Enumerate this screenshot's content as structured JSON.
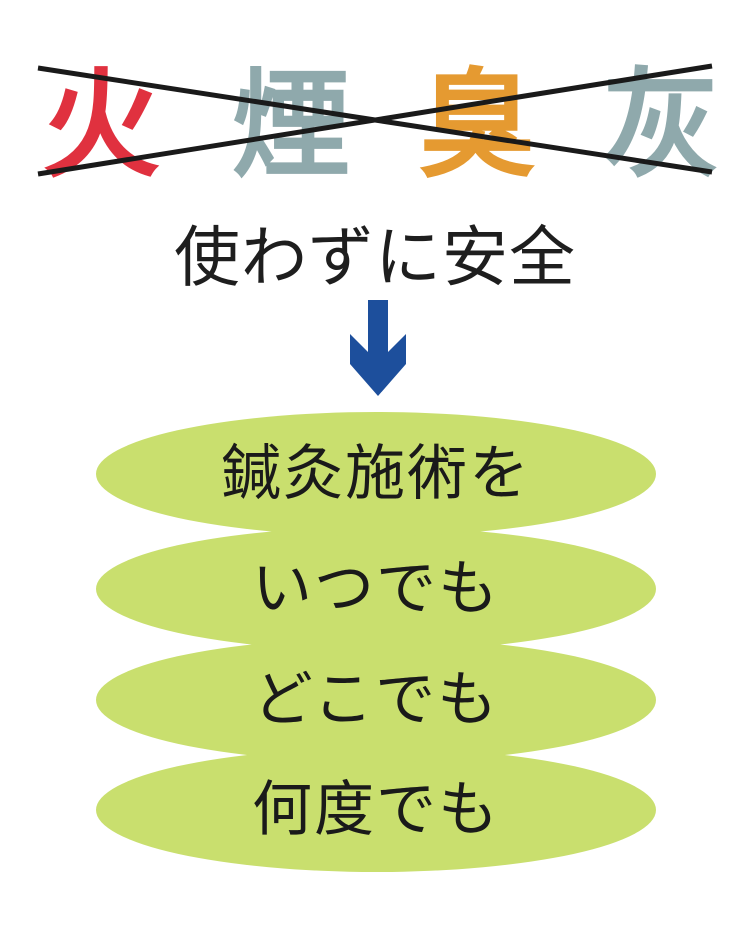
{
  "banned_items": {
    "characters": [
      {
        "char": "火",
        "color": "#e0313f"
      },
      {
        "char": "煙",
        "color": "#8fa9ac"
      },
      {
        "char": "臭",
        "color": "#e59a31"
      },
      {
        "char": "灰",
        "color": "#8fa9ac"
      }
    ],
    "cross_color": "#1a1a1a"
  },
  "subtitle": "使わずに安全",
  "arrow": {
    "icon": "arrow-down-icon",
    "color": "#1d4f9c"
  },
  "benefits": {
    "color": "#c9df6e",
    "items": [
      "鍼灸施術を",
      "いつでも",
      "どこでも",
      "何度でも"
    ]
  }
}
